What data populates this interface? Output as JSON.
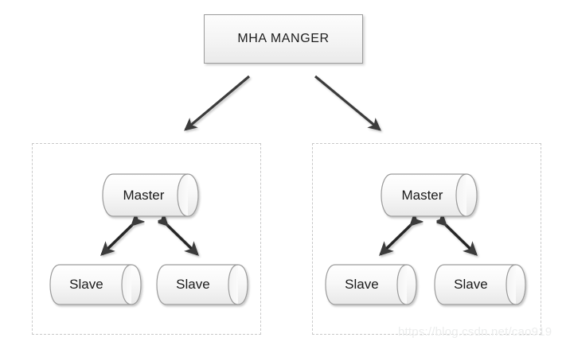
{
  "diagram": {
    "title_node": {
      "label": "MHA MANGER",
      "shape": "rectangle"
    },
    "groups": [
      {
        "name": "replication-group-left",
        "border_style": "dashed",
        "nodes": [
          {
            "id": "master-left",
            "label": "Master",
            "role": "master",
            "shape": "cylinder"
          },
          {
            "id": "slave-left-1",
            "label": "Slave",
            "role": "slave",
            "shape": "cylinder"
          },
          {
            "id": "slave-left-2",
            "label": "Slave",
            "role": "slave",
            "shape": "cylinder"
          }
        ]
      },
      {
        "name": "replication-group-right",
        "border_style": "dashed",
        "nodes": [
          {
            "id": "master-right",
            "label": "Master",
            "role": "master",
            "shape": "cylinder"
          },
          {
            "id": "slave-right-1",
            "label": "Slave",
            "role": "slave",
            "shape": "cylinder"
          },
          {
            "id": "slave-right-2",
            "label": "Slave",
            "role": "slave",
            "shape": "cylinder"
          }
        ]
      }
    ],
    "connectors": [
      {
        "id": "manager-to-left-group",
        "from": "MHA MANGER",
        "to": "replication-group-left",
        "arrow": "single",
        "direction": "down-left"
      },
      {
        "id": "manager-to-right-group",
        "from": "MHA MANGER",
        "to": "replication-group-right",
        "arrow": "single",
        "direction": "down-right"
      },
      {
        "id": "master-left-slave-left-1",
        "from": "master-left",
        "to": "slave-left-1",
        "arrow": "double"
      },
      {
        "id": "master-left-slave-left-2",
        "from": "master-left",
        "to": "slave-left-2",
        "arrow": "double"
      },
      {
        "id": "master-right-slave-right-1",
        "from": "master-right",
        "to": "slave-right-1",
        "arrow": "double"
      },
      {
        "id": "master-right-slave-right-2",
        "from": "master-right",
        "to": "slave-right-2",
        "arrow": "double"
      }
    ]
  },
  "watermark": {
    "text": "https://blog.csdn.net/cao919"
  },
  "colors": {
    "background": "#ffffff",
    "node_fill": "#f7f7f7",
    "node_stroke": "#9b9b9b",
    "group_border": "#c9c9c9",
    "arrow": "#3a3a3a",
    "text": "#1a1a1a",
    "watermark": "#eceded"
  }
}
